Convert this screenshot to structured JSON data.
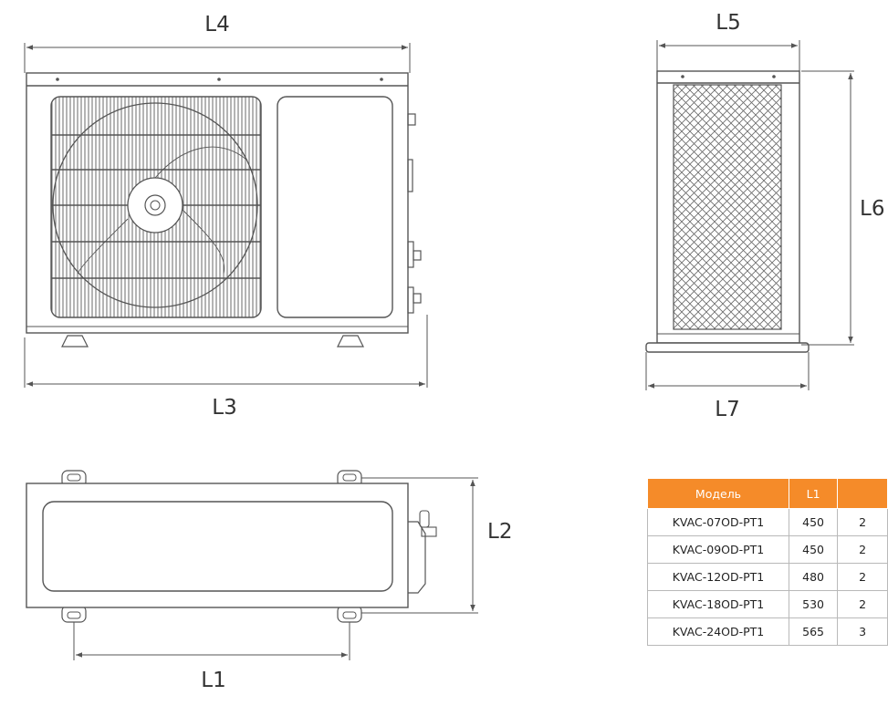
{
  "labels": {
    "l1": "L1",
    "l2": "L2",
    "l3": "L3",
    "l4": "L4",
    "l5": "L5",
    "l6": "L6",
    "l7": "L7"
  },
  "table": {
    "headers": [
      "Модель",
      "L1"
    ],
    "rows": [
      {
        "model": "KVAC-07OD-PT1",
        "l1": "450",
        "l2": "2"
      },
      {
        "model": "KVAC-09OD-PT1",
        "l1": "450",
        "l2": "2"
      },
      {
        "model": "KVAC-12OD-PT1",
        "l1": "480",
        "l2": "2"
      },
      {
        "model": "KVAC-18OD-PT1",
        "l1": "530",
        "l2": "2"
      },
      {
        "model": "KVAC-24OD-PT1",
        "l1": "565",
        "l2": "3"
      }
    ]
  },
  "colors": {
    "accent": "#f58b29",
    "line": "#555555"
  }
}
